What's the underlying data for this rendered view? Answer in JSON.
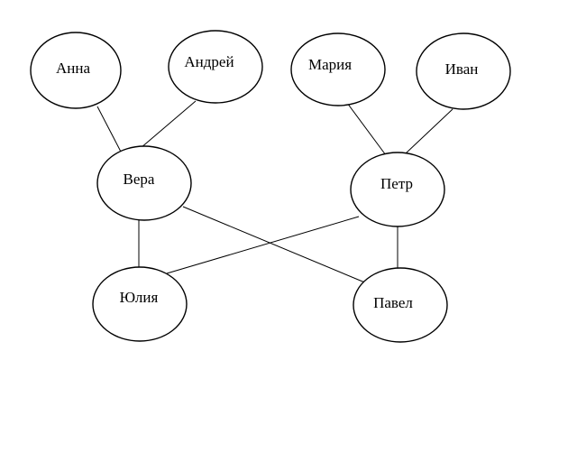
{
  "nodes": [
    {
      "id": "anna",
      "label": "Анна"
    },
    {
      "id": "andrey",
      "label": "Андрей"
    },
    {
      "id": "maria",
      "label": "Мария"
    },
    {
      "id": "ivan",
      "label": "Иван"
    },
    {
      "id": "vera",
      "label": "Вера"
    },
    {
      "id": "petr",
      "label": "Петр"
    },
    {
      "id": "yulia",
      "label": "Юлия"
    },
    {
      "id": "pavel",
      "label": "Павел"
    }
  ],
  "edges": [
    {
      "from": "anna",
      "to": "vera"
    },
    {
      "from": "andrey",
      "to": "vera"
    },
    {
      "from": "maria",
      "to": "petr"
    },
    {
      "from": "ivan",
      "to": "petr"
    },
    {
      "from": "vera",
      "to": "yulia"
    },
    {
      "from": "vera",
      "to": "pavel"
    },
    {
      "from": "petr",
      "to": "yulia"
    },
    {
      "from": "petr",
      "to": "pavel"
    }
  ],
  "colors": {
    "stroke": "#000000",
    "background": "#ffffff"
  }
}
